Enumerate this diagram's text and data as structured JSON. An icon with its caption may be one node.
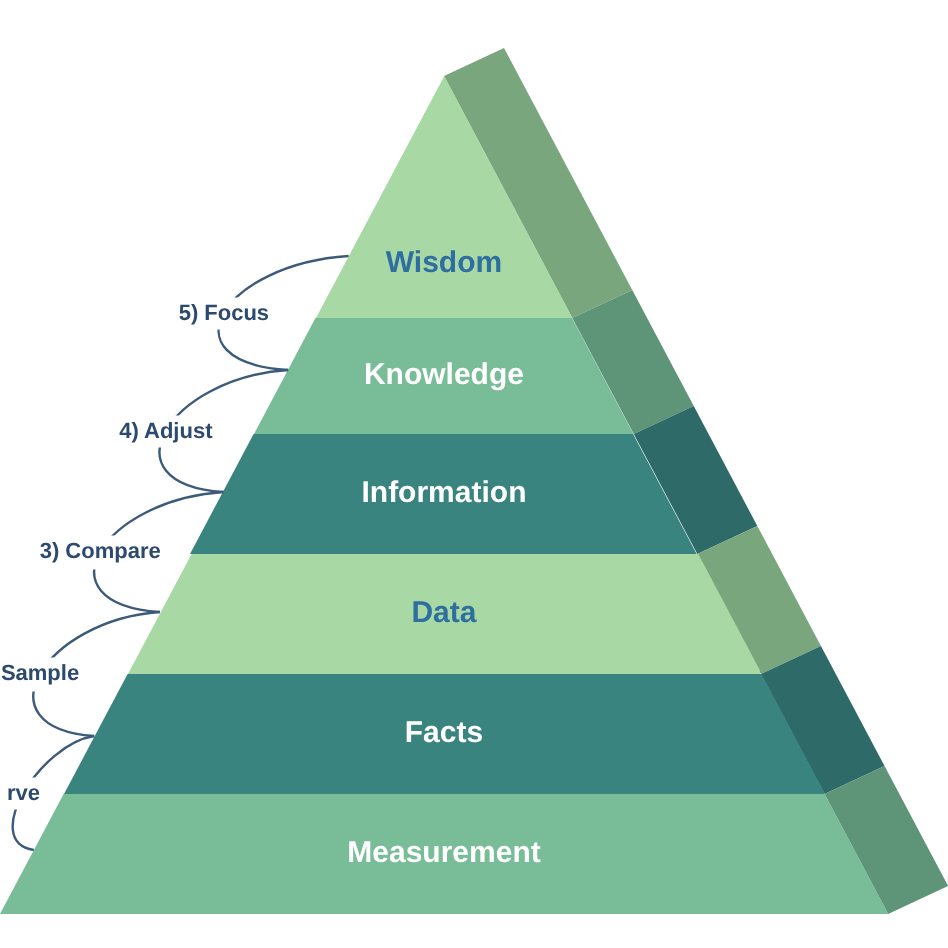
{
  "diagram": {
    "nodes": [
      {
        "text": [
          "Wisdom"
        ]
      },
      {
        "text": [
          "Knowledge"
        ]
      },
      {
        "text": [
          "Information"
        ]
      },
      {
        "text": [
          "Data"
        ]
      },
      {
        "text": [
          "Facts"
        ]
      },
      {
        "text": [
          "Measurement"
        ]
      }
    ],
    "edges": [
      {
        "from": 1,
        "to": 0,
        "arrow": "none",
        "label": "5) Focus"
      },
      {
        "from": 2,
        "to": 1,
        "arrow": "none",
        "label": "4) Adjust"
      },
      {
        "from": 3,
        "to": 2,
        "arrow": "none",
        "label": "3) Compare"
      },
      {
        "from": 4,
        "to": 3,
        "arrow": "none",
        "label": "Sample"
      },
      {
        "from": 5,
        "to": 4,
        "arrow": "none",
        "label": "rve"
      }
    ]
  }
}
